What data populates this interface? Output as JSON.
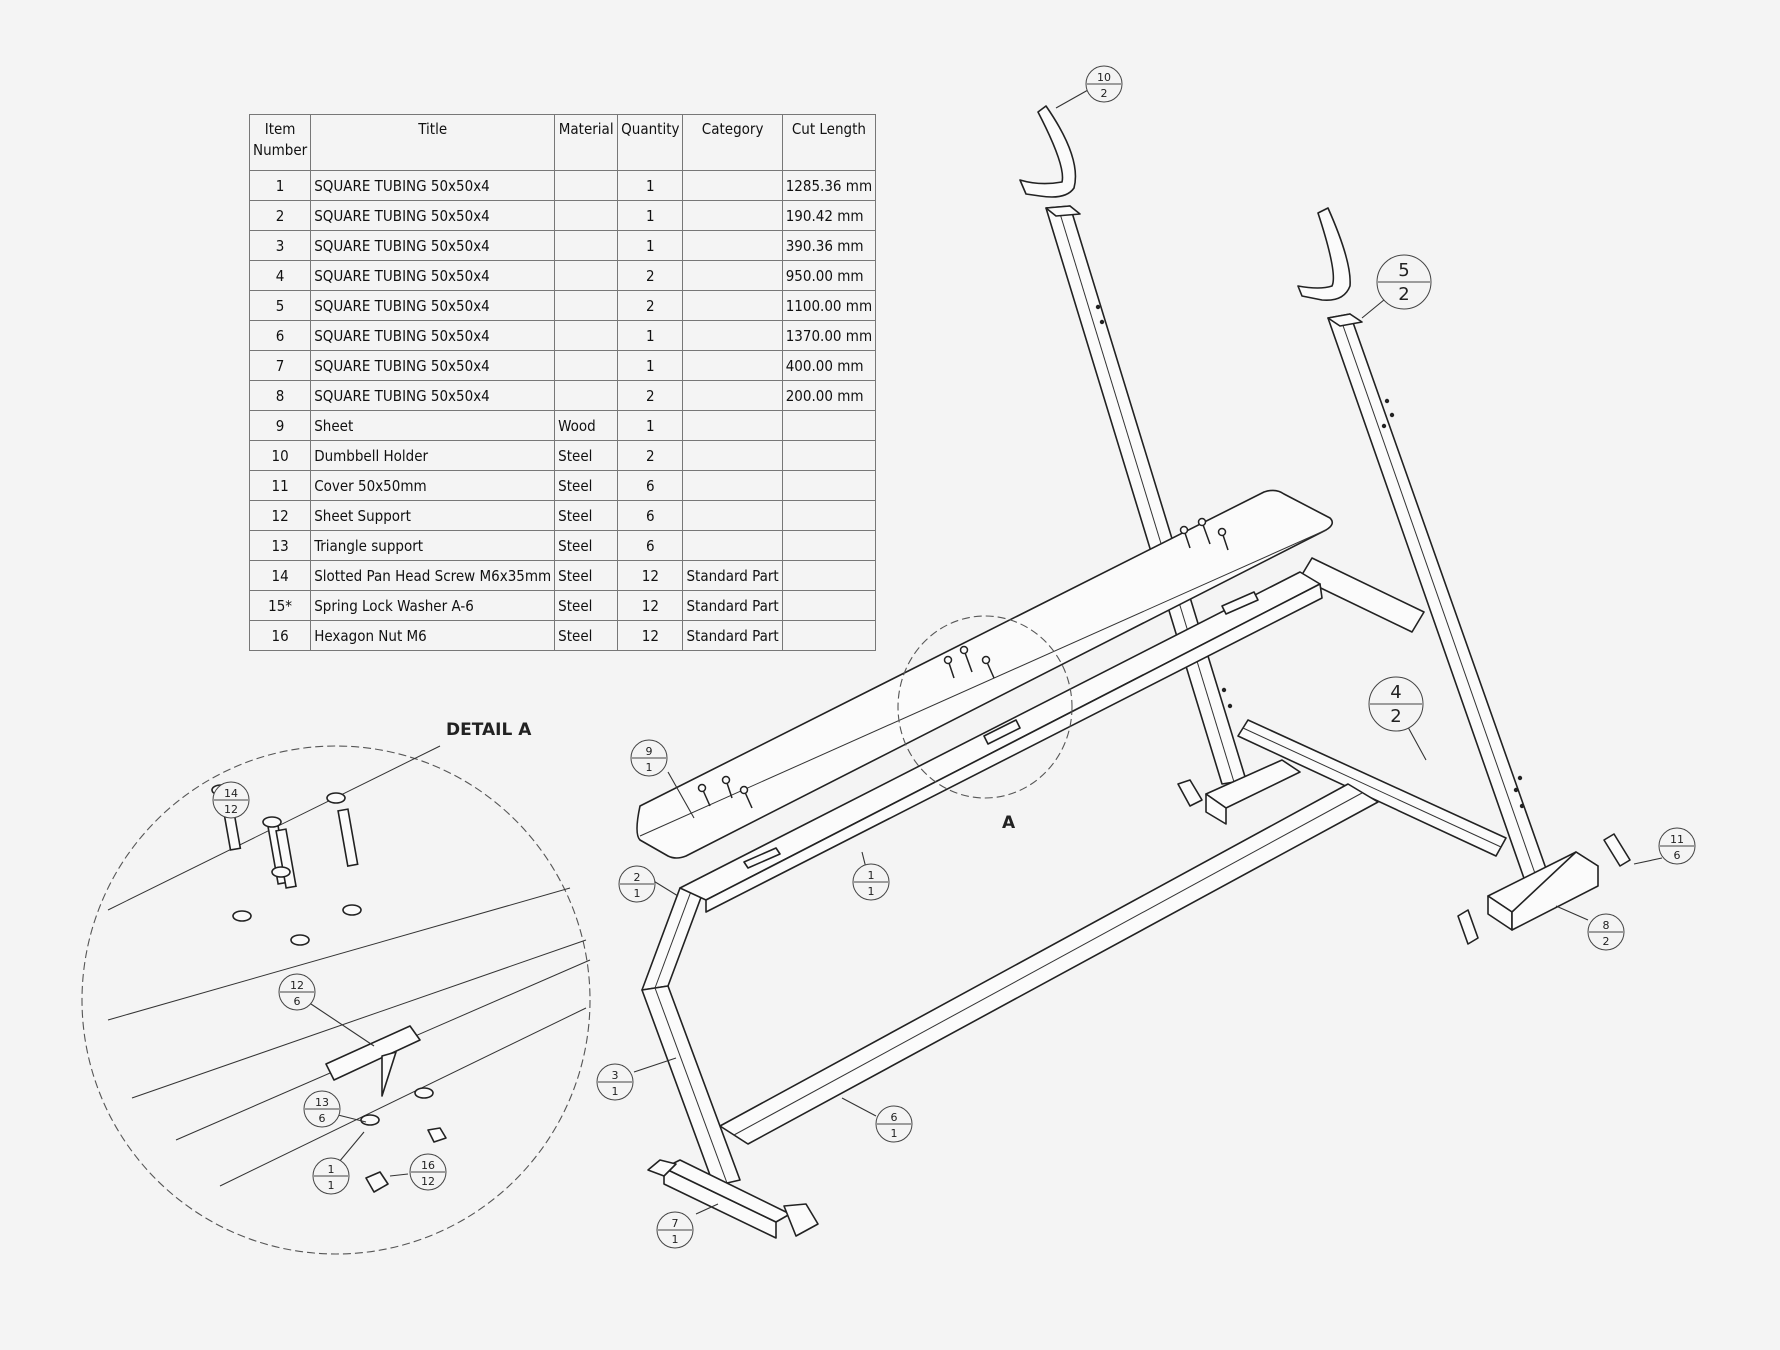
{
  "bom": {
    "headers": [
      "Item Number",
      "Title",
      "Material",
      "Quantity",
      "Category",
      "Cut Length"
    ],
    "rows": [
      [
        "1",
        "SQUARE TUBING 50x50x4",
        "",
        "1",
        "",
        "1285.36 mm"
      ],
      [
        "2",
        "SQUARE TUBING 50x50x4",
        "",
        "1",
        "",
        "190.42 mm"
      ],
      [
        "3",
        "SQUARE TUBING 50x50x4",
        "",
        "1",
        "",
        "390.36 mm"
      ],
      [
        "4",
        "SQUARE TUBING 50x50x4",
        "",
        "2",
        "",
        "950.00 mm"
      ],
      [
        "5",
        "SQUARE TUBING 50x50x4",
        "",
        "2",
        "",
        "1100.00 mm"
      ],
      [
        "6",
        "SQUARE TUBING 50x50x4",
        "",
        "1",
        "",
        "1370.00 mm"
      ],
      [
        "7",
        "SQUARE TUBING 50x50x4",
        "",
        "1",
        "",
        "400.00 mm"
      ],
      [
        "8",
        "SQUARE TUBING 50x50x4",
        "",
        "2",
        "",
        "200.00 mm"
      ],
      [
        "9",
        "Sheet",
        "Wood",
        "1",
        "",
        ""
      ],
      [
        "10",
        "Dumbbell Holder",
        "Steel",
        "2",
        "",
        ""
      ],
      [
        "11",
        "Cover 50x50mm",
        "Steel",
        "6",
        "",
        ""
      ],
      [
        "12",
        "Sheet Support",
        "Steel",
        "6",
        "",
        ""
      ],
      [
        "13",
        "Triangle support",
        "Steel",
        "6",
        "",
        ""
      ],
      [
        "14",
        "Slotted Pan Head Screw M6x35mm",
        "Steel",
        "12",
        "Standard Part",
        ""
      ],
      [
        "15*",
        "Spring Lock Washer A-6",
        "Steel",
        "12",
        "Standard Part",
        ""
      ],
      [
        "16",
        "Hexagon Nut M6",
        "Steel",
        "12",
        "Standard Part",
        ""
      ]
    ]
  },
  "detail_title": "DETAIL A",
  "detail_marker": "A",
  "balloons": {
    "b10": {
      "item": "10",
      "qty": "2"
    },
    "b5": {
      "item": "5",
      "qty": "2"
    },
    "b4": {
      "item": "4",
      "qty": "2"
    },
    "b11": {
      "item": "11",
      "qty": "6"
    },
    "b8": {
      "item": "8",
      "qty": "2"
    },
    "b9": {
      "item": "9",
      "qty": "1"
    },
    "b2": {
      "item": "2",
      "qty": "1"
    },
    "b1": {
      "item": "1",
      "qty": "1"
    },
    "b3": {
      "item": "3",
      "qty": "1"
    },
    "b6": {
      "item": "6",
      "qty": "1"
    },
    "b7": {
      "item": "7",
      "qty": "1"
    },
    "d14": {
      "item": "14",
      "qty": "12"
    },
    "d12": {
      "item": "12",
      "qty": "6"
    },
    "d13": {
      "item": "13",
      "qty": "6"
    },
    "d1": {
      "item": "1",
      "qty": "1"
    },
    "d16": {
      "item": "16",
      "qty": "12"
    }
  }
}
